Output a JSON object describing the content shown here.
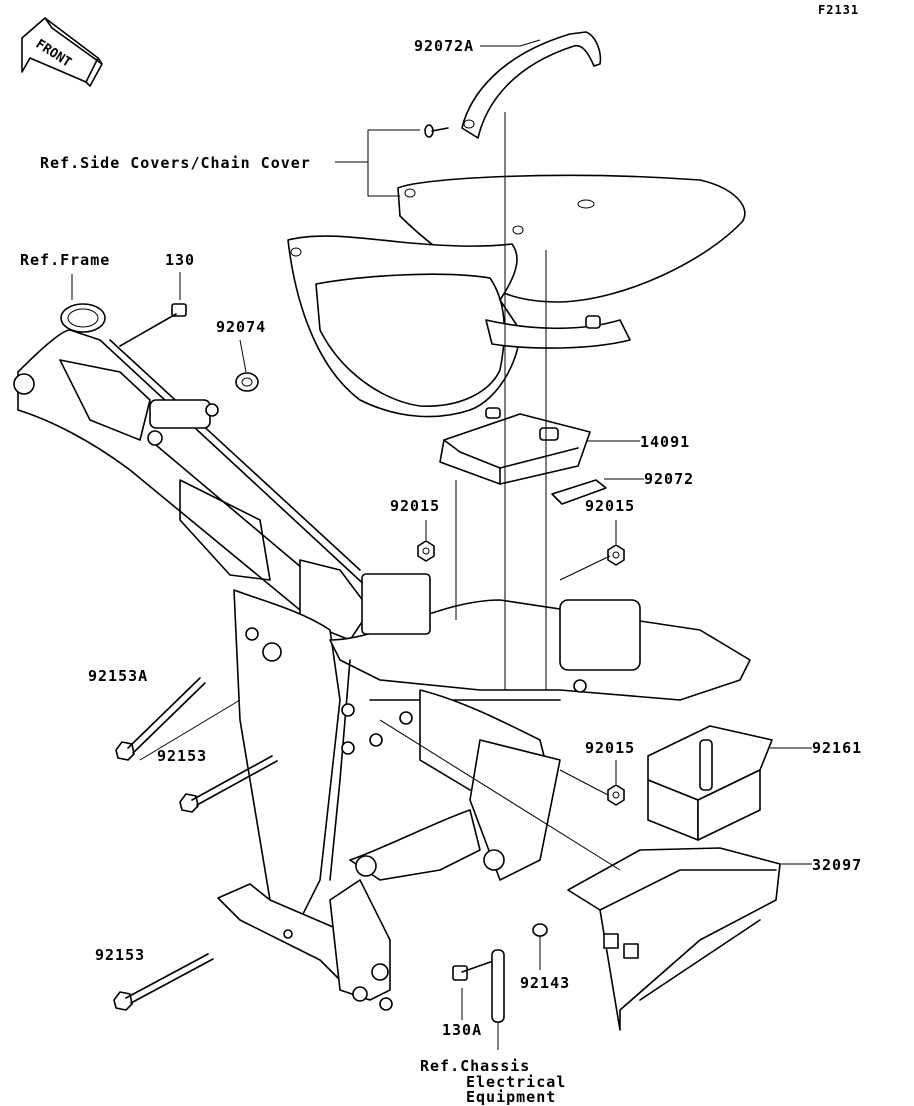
{
  "diagram_code": "F2131",
  "front_badge": "FRONT",
  "labels": {
    "p92072A": "92072A",
    "ref_side_covers": "Ref.Side Covers/Chain Cover",
    "ref_frame": "Ref.Frame",
    "p130": "130",
    "p92074": "92074",
    "p14091": "14091",
    "p92072": "92072",
    "p92015_left": "92015",
    "p92015_right": "92015",
    "p92015_lower": "92015",
    "p92153A": "92153A",
    "p92153_mid": "92153",
    "p92153_low": "92153",
    "p92161": "92161",
    "p32097": "32097",
    "p92143": "92143",
    "p130A": "130A",
    "ref_chassis_1": "Ref.Chassis",
    "ref_chassis_2": "Electrical",
    "ref_chassis_3": "Equipment"
  }
}
